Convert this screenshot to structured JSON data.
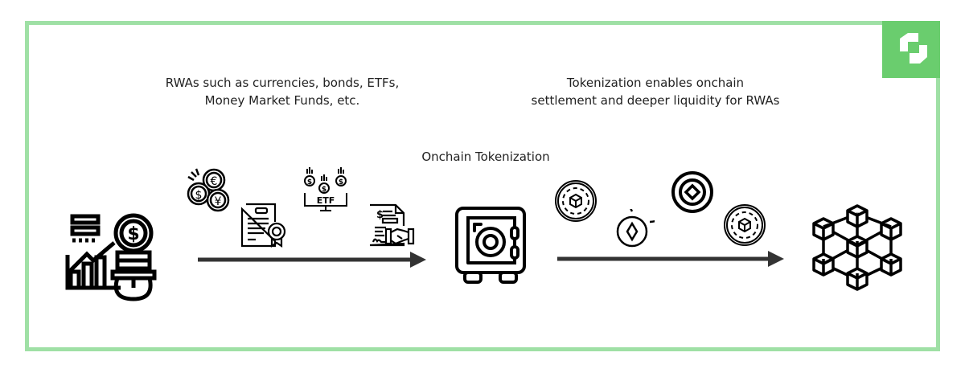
{
  "diagram": {
    "captions": {
      "left": [
        "RWAs such as currencies, bonds, ETFs,",
        "Money Market Funds, etc."
      ],
      "right": [
        "Tokenization enables  onchain",
        "settlement and deeper liquidity for RWAs"
      ],
      "middle": "Onchain Tokenization"
    },
    "icons": {
      "investment": "investment-growth-icon",
      "currencies": "currency-coins-icon",
      "bond": "bond-certificate-icon",
      "etf": "etf-icon",
      "etf_label": "ETF",
      "mmf": "contract-handshake-icon",
      "vault": "safe-vault-icon",
      "tokens": [
        "token-cube-icon",
        "token-diamond-icon",
        "token-diamond-bold-icon",
        "token-cube-icon"
      ],
      "blockchain": "blockchain-network-icon"
    },
    "colors": {
      "frame": "#9fe0a5",
      "logo_bg": "#6acd6e",
      "arrow": "#333333",
      "text": "#222222"
    }
  }
}
